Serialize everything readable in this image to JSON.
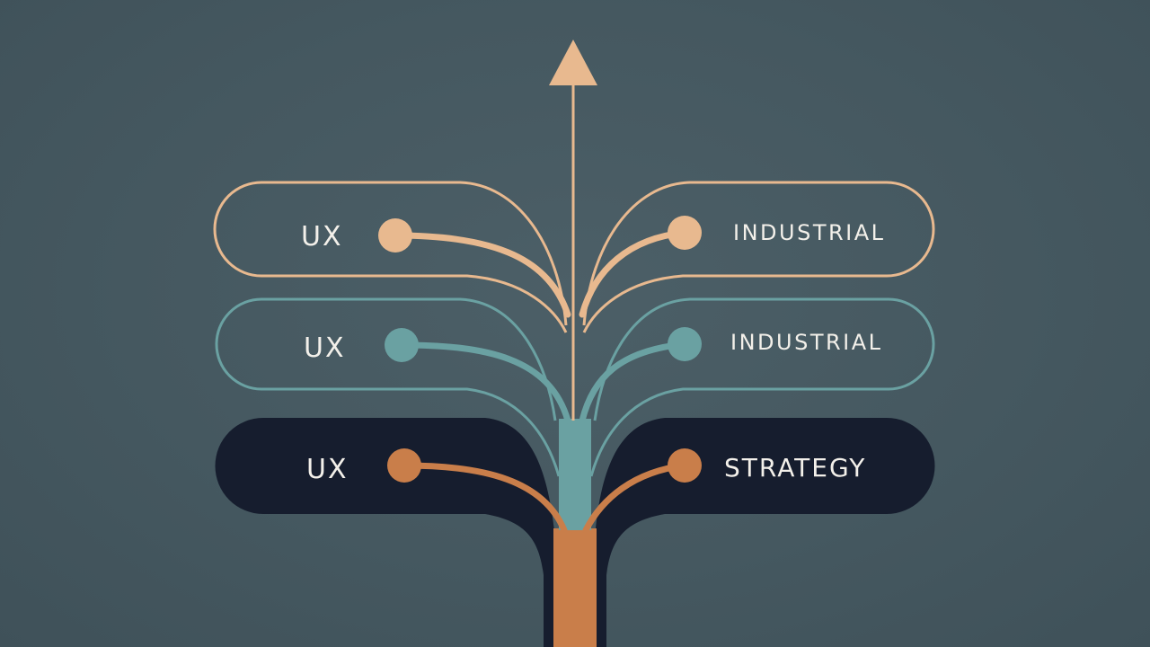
{
  "colors": {
    "background": "#455860",
    "sand": "#e8b98f",
    "teal": "#6aa1a2",
    "copper": "#c97e4a",
    "navy": "#161d2e",
    "text": "#f3f0ea"
  },
  "icons": [
    "arrow-up-icon"
  ],
  "rows": [
    {
      "tier": "top",
      "left_label": "UX",
      "right_label": "INDUSTRIAL",
      "style": "outline",
      "color": "#e8b98f"
    },
    {
      "tier": "middle",
      "left_label": "UX",
      "right_label": "INDUSTRIAL",
      "style": "outline",
      "color": "#6aa1a2"
    },
    {
      "tier": "bottom",
      "left_label": "UX",
      "right_label": "STRATEGY",
      "style": "filled",
      "color": "#c97e4a"
    }
  ]
}
